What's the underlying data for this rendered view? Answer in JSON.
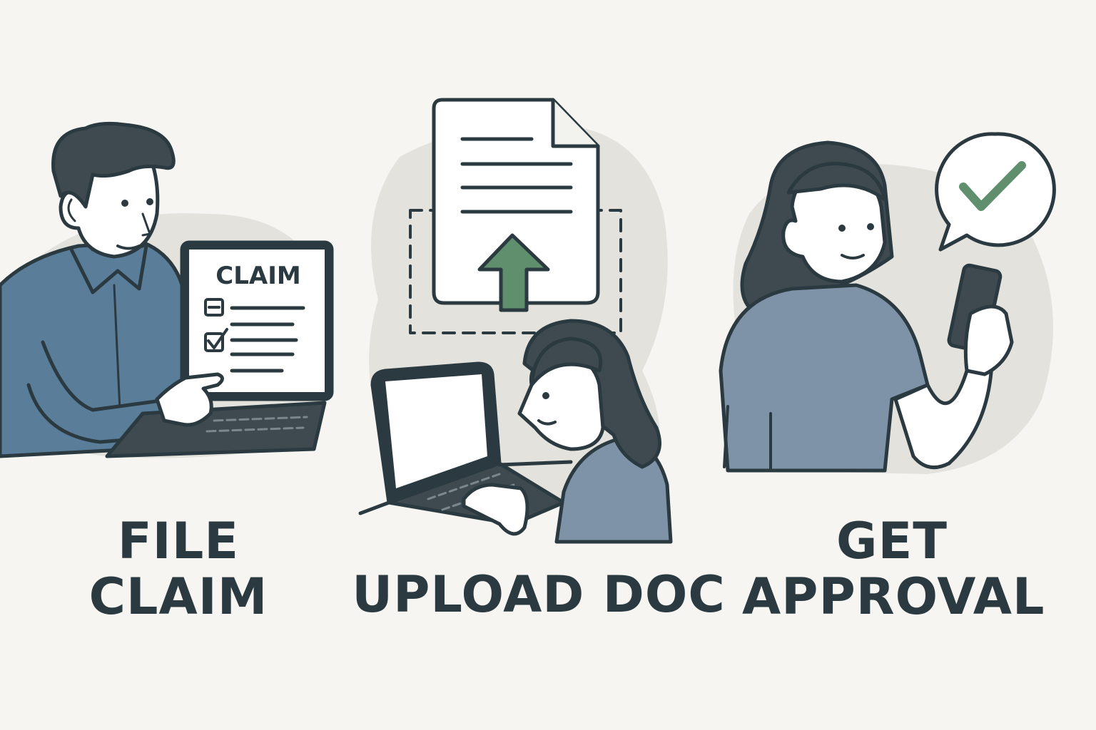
{
  "steps": [
    {
      "label": "FILE\nCLAIM",
      "screen_title": "CLAIM"
    },
    {
      "label": "UPLOAD DOC"
    },
    {
      "label": "GET\nAPPROVAL"
    }
  ],
  "icons": [
    "claim-form-icon",
    "document-upload-icon",
    "approval-check-icon"
  ],
  "colors": {
    "background": "#f6f5f1",
    "outline": "#2b3a40",
    "blue_shirt": "#5a7d9a",
    "gray_shirt": "#7f93a8",
    "hair": "#3f4a50",
    "accent_green": "#5f8f6d",
    "blob": "#e3e2dd"
  }
}
